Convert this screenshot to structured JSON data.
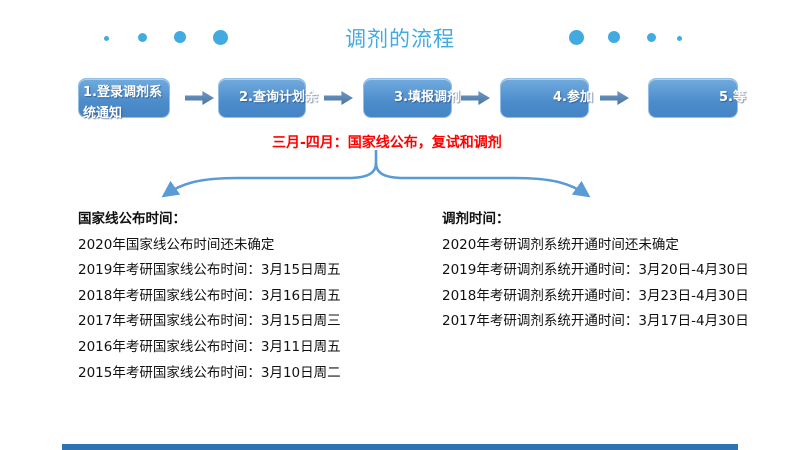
{
  "slide": {
    "title": "调剂的流程",
    "colors": {
      "accent": "#41ABE1",
      "box_fill_top": "#71ABDE",
      "box_fill_bottom": "#4685C5",
      "block_arrow": "#5586BD",
      "brace_arrow": "#5B9BD5",
      "note_red": "#FF0000",
      "footer_bar": "#2E74B5",
      "body_text": "#111111"
    },
    "note": "三月-四月：国家线公布，复试和调剂",
    "flow_steps": [
      {
        "label": "1.登录调剂系统通知"
      },
      {
        "label": "2.查询计划余"
      },
      {
        "label": "3.填报调剂"
      },
      {
        "label": "4.参加"
      },
      {
        "label": "5.等"
      }
    ],
    "left_panel": {
      "heading": "国家线公布时间：",
      "items": [
        "2020年国家线公布时间还未确定",
        "2019年考研国家线公布时间：3月15日周五",
        "2018年考研国家线公布时间：3月16日周五",
        "2017年考研国家线公布时间：3月15日周三",
        "2016年考研国家线公布时间：3月11日周五",
        "2015年考研国家线公布时间：3月10日周二"
      ]
    },
    "right_panel": {
      "heading": "调剂时间：",
      "items": [
        "2020年考研调剂系统开通时间还未确定",
        "2019年考研调剂系统开通时间：3月20日-4月30日",
        "2018年考研调剂系统开通时间：3月23日-4月30日",
        "2017年考研调剂系统开通时间：3月17日-4月30日"
      ]
    }
  }
}
